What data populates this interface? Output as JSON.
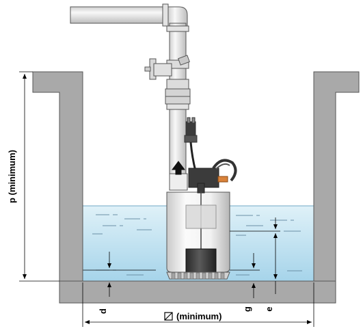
{
  "labels": {
    "p": "p (minimum)",
    "d": "d",
    "g": "g",
    "e": "e",
    "diameter_symbol": "⌀",
    "diameter_text": "(minimum)"
  },
  "colors": {
    "wall": "#a9a9a9",
    "wall_stroke": "#555555",
    "water_top": "#d9eef7",
    "water_bottom": "#a9d6ec",
    "pipe": "#e6e6e6",
    "pump_body": "#eeeeee",
    "float": "#3a3a3a",
    "dim_line": "#000000"
  },
  "icons": {
    "gate_valve": "gate-valve-icon",
    "plug": "plug-icon",
    "flow_arrow": "arrow-up-icon"
  }
}
